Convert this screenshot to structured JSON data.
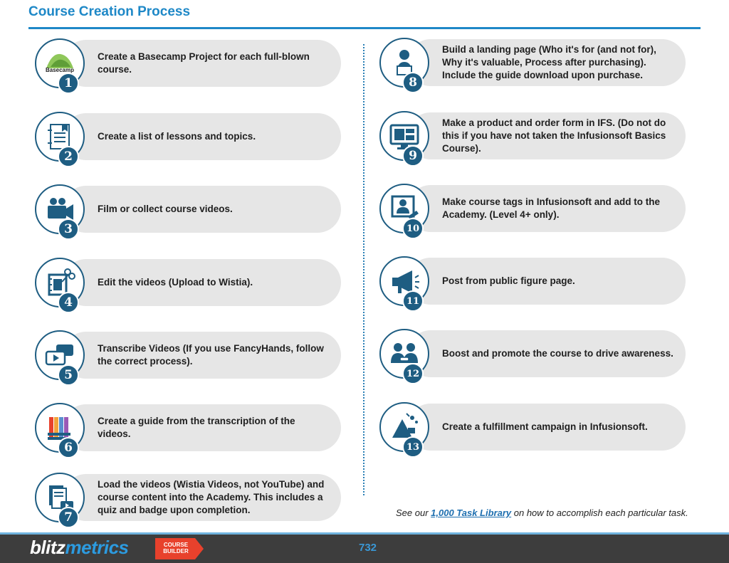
{
  "title": "Course Creation Process",
  "steps": [
    {
      "number": "1",
      "text": "Create a Basecamp Project for each full-blown course.",
      "icon": "basecamp-logo-icon",
      "icon_label": "Basecamp"
    },
    {
      "number": "2",
      "text": "Create a list of lessons and topics.",
      "icon": "lesson-list-icon"
    },
    {
      "number": "3",
      "text": "Film or collect course videos.",
      "icon": "video-camera-icon"
    },
    {
      "number": "4",
      "text": "Edit the videos (Upload to Wistia).",
      "icon": "film-edit-icon"
    },
    {
      "number": "5",
      "text": "Transcribe Videos (If you use FancyHands, follow the correct process).",
      "icon": "video-transcribe-icon"
    },
    {
      "number": "6",
      "text": "Create a guide from the transcription of the videos.",
      "icon": "guide-books-icon"
    },
    {
      "number": "7",
      "text": "Load the videos (Wistia Videos, not YouTube) and course content into the Academy. This includes a quiz and badge upon completion.",
      "icon": "upload-content-icon"
    },
    {
      "number": "8",
      "text": "Build a landing page (Who it's for (and not for), Why it's valuable, Process after purchasing). Include the guide download upon purchase.",
      "icon": "person-laptop-icon"
    },
    {
      "number": "9",
      "text": "Make a product and order form in IFS. (Do not do this if you have not taken the Infusionsoft Basics Course).",
      "icon": "monitor-form-icon"
    },
    {
      "number": "10",
      "text": "Make course tags in Infusionsoft and add to the Academy. (Level 4+ only).",
      "icon": "user-tag-icon"
    },
    {
      "number": "11",
      "text": "Post from public figure page.",
      "icon": "megaphone-icon"
    },
    {
      "number": "12",
      "text": "Boost and promote the course to drive awareness.",
      "icon": "people-connect-icon"
    },
    {
      "number": "13",
      "text": "Create a fulfillment campaign in Infusionsoft.",
      "icon": "campaign-megaphone-icon"
    }
  ],
  "footer_note": {
    "prefix": "See our ",
    "link": "1,000 Task Library",
    "suffix": " on how to accomplish each particular task."
  },
  "footer": {
    "brand_part1": "blitz",
    "brand_part2": "metrics",
    "badge_line1": "COURSE",
    "badge_line2": "BUILDER",
    "page_number": "732"
  },
  "colors": {
    "accent": "#1e88c7",
    "icon_dark": "#1e5d82",
    "pill": "#e6e6e6",
    "footer_bg": "#3d3d3d",
    "badge": "#e8412c"
  }
}
